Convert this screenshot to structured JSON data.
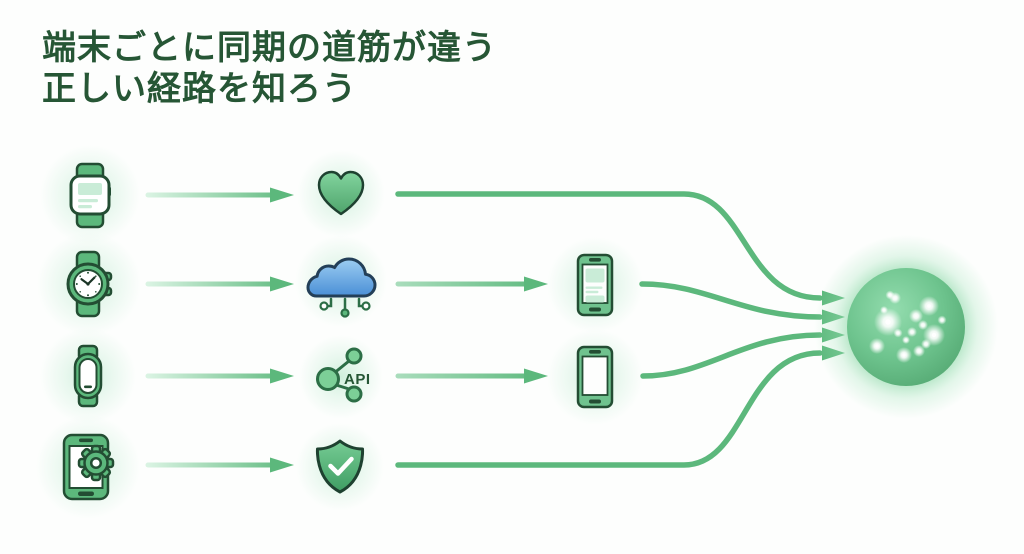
{
  "title": {
    "line1": "端末ごとに同期の道筋が違う",
    "line2": "正しい経路を知ろう"
  },
  "diagram": {
    "api_label": "API",
    "rows": [
      {
        "source_icon": "smartwatch-icon",
        "step_icons": [
          "heart-icon"
        ],
        "destination": "data-hub-sphere"
      },
      {
        "source_icon": "analog-watch-icon",
        "step_icons": [
          "cloud-sync-icon",
          "smartphone-content-icon"
        ],
        "destination": "data-hub-sphere"
      },
      {
        "source_icon": "fitness-band-icon",
        "step_icons": [
          "api-share-icon",
          "smartphone-blank-icon"
        ],
        "destination": "data-hub-sphere"
      },
      {
        "source_icon": "smartphone-settings-icon",
        "step_icons": [
          "shield-check-icon"
        ],
        "destination": "data-hub-sphere"
      }
    ],
    "destination_icon": "data-hub-sphere"
  },
  "colors": {
    "title_text": "#265635",
    "line_green": "#5cb87c",
    "icon_green": "#5cb87c",
    "icon_outline": "#234d33",
    "cloud_blue": "#5a9ede",
    "sphere_green": "#6ec48e",
    "screen_content_green": "#c9ecd7"
  }
}
